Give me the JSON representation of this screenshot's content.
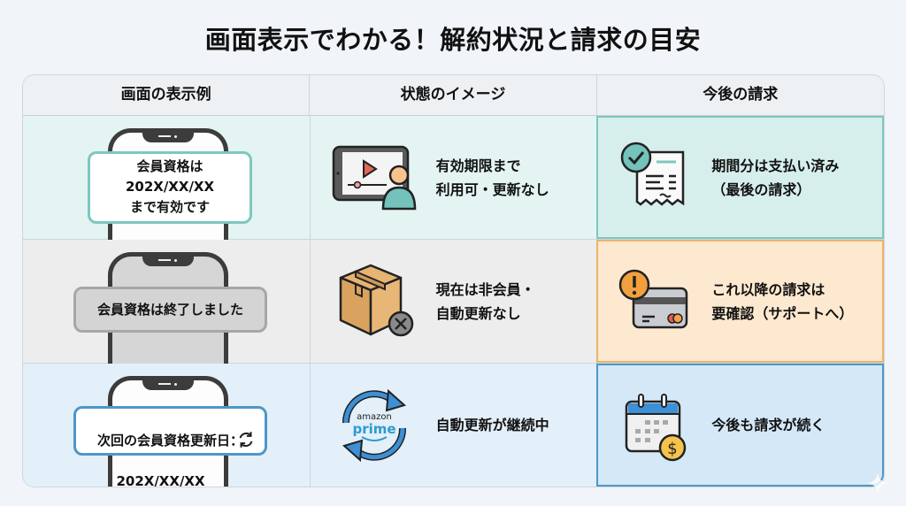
{
  "title": "画面表示でわかる！解約状況と請求の目安",
  "headers": [
    "画面の表示例",
    "状態のイメージ",
    "今後の請求"
  ],
  "rows": [
    {
      "screen_text": "会員資格は\n202X/XX/XX\nまで有効です",
      "state_icon": "tablet-video-user-icon",
      "state_text": "有効期限まで\n利用可・更新なし",
      "billing_icon": "receipt-check-icon",
      "billing_text": "期間分は支払い済み\n（最後の請求）",
      "accent": "#7ec7bf"
    },
    {
      "screen_text": "会員資格は終了しました",
      "state_icon": "box-cancel-icon",
      "state_text": "現在は非会員・\n自動更新なし",
      "billing_icon": "credit-card-warning-icon",
      "billing_text": "これ以降の請求は\n要確認（サポートへ）",
      "accent": "#eab46b"
    },
    {
      "screen_text_line1": "次回の会員資格更新日：",
      "screen_text_line2": "202X/XX/XX",
      "state_icon": "amazon-prime-renew-icon",
      "state_logo_top": "amazon",
      "state_logo_bottom": "prime",
      "state_text": "自動更新が継続中",
      "billing_icon": "calendar-dollar-icon",
      "billing_text": "今後も請求が続く",
      "accent": "#4f97c8"
    }
  ]
}
